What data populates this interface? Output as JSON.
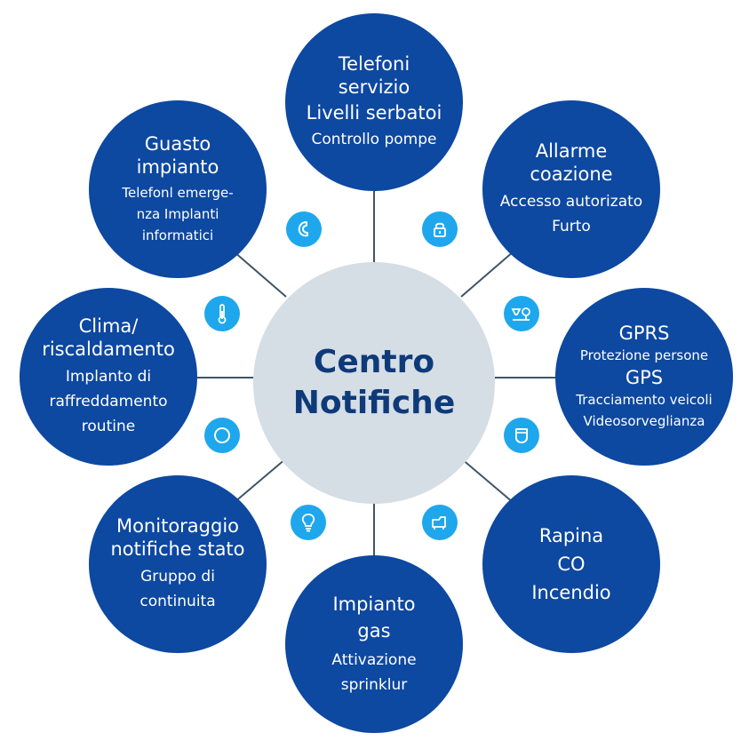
{
  "center": {
    "lines": [
      "Centro",
      "Notifiche"
    ]
  },
  "nodes": {
    "top": {
      "lines": [
        "Telefoni",
        "servizio",
        "Livelli serbatoi",
        "Controllo pompe"
      ]
    },
    "top_right": {
      "lines": [
        "Allarme",
        "coazione",
        "Accesso autorizato",
        "Furto"
      ]
    },
    "right": {
      "lines": [
        "GPRS",
        "Protezione persone",
        "GPS",
        "Tracciamento veicoli",
        "Videosorveglianza"
      ]
    },
    "bottom_right": {
      "lines": [
        "Rapina",
        "CO",
        "Incendio"
      ]
    },
    "bottom": {
      "lines": [
        "Impianto",
        "gas",
        "Attivazione",
        "sprinklur"
      ]
    },
    "bottom_left": {
      "lines": [
        "Monitoraggio",
        "notifiche stato",
        "Gruppo di",
        "continuita"
      ]
    },
    "left": {
      "lines": [
        "Clima/",
        "riscaldamento",
        "Implanto di",
        "raffreddamento",
        "routine"
      ]
    },
    "top_left": {
      "lines": [
        "Guasto",
        "impianto",
        "Telefonl emerge-",
        "nza Implanti",
        "informatici"
      ]
    }
  },
  "icons": {
    "top_left": "phone-handset-icon",
    "top_right": "padlock-icon",
    "right": "cctv-camera-icon",
    "bottom_right": "sofa-chair-icon",
    "bottom": "lightbulb-icon",
    "bottom_left": "ring-icon",
    "left": "thermometer-icon",
    "right_lower": "shield-icon"
  },
  "colors": {
    "node_fill": "#0d48a1",
    "center_fill": "#d5dde5",
    "center_text": "#0e3a7a",
    "icon_fill": "#1ea7ec",
    "link_line": "#3f5566"
  }
}
